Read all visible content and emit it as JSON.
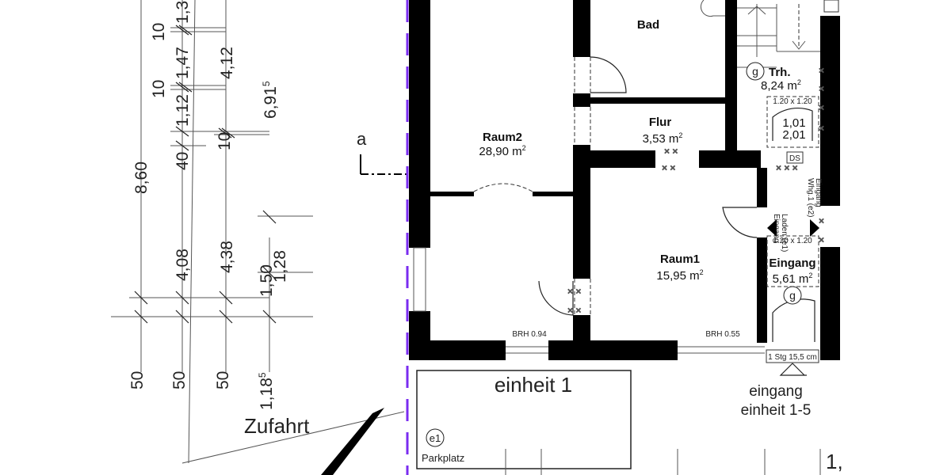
{
  "colors": {
    "wall": "#000000",
    "boundary": "#7a2cf0",
    "line": "#555555"
  },
  "dimensions": {
    "d860": "8,60",
    "d10a": "10",
    "d147": "1,47",
    "d10b": "10",
    "d112": "1,12",
    "d40": "40",
    "d412": "4,12",
    "d10c": "10",
    "d6915": "6,91",
    "d6915_sup": "5",
    "d408": "4,08",
    "d438": "4,38",
    "d150": "1,50",
    "d128": "1,28",
    "d50a": "50",
    "d50b": "50",
    "d50c": "50",
    "d1185": "1,18",
    "d1185_sup": "5",
    "d13": "1,3"
  },
  "labels": {
    "zufahrt": "Zufahrt",
    "section_marker": "a"
  },
  "rooms": {
    "bad": {
      "name": "Bad"
    },
    "raum2": {
      "name": "Raum2",
      "area": "28,90 m",
      "sup": "2"
    },
    "flur": {
      "name": "Flur",
      "area": "3,53 m",
      "sup": "2"
    },
    "raum1": {
      "name": "Raum1",
      "area": "15,95 m",
      "sup": "2"
    },
    "trh": {
      "name": "Trh.",
      "area": "8,24 m",
      "sup": "2",
      "marker": "g"
    },
    "eingang": {
      "name": "Eingang",
      "area": "5,61 m",
      "sup": "2",
      "marker": "g"
    }
  },
  "annotations": {
    "brh1": "BRH 0.94",
    "brh2": "BRH 0.55",
    "box1": "1.20 x 1.20",
    "box2": "1.20 x 1.20",
    "door_w": "1,01",
    "door_h": "2,01",
    "ds": "DS",
    "eingang_laden_1": "Eingang",
    "eingang_laden_2": "Laden (e1)",
    "eingang_whg_1": "Eingang",
    "eingang_whg_2": "Whg.1 (e2)",
    "stufe": "1 Stg 15,5 cm"
  },
  "outside": {
    "einheit": "einheit 1",
    "parkplatz_marker": "e1",
    "parkplatz": "Parkplatz",
    "eingang_1": "eingang",
    "eingang_2": "einheit 1-5",
    "cut_dim": "1,"
  }
}
